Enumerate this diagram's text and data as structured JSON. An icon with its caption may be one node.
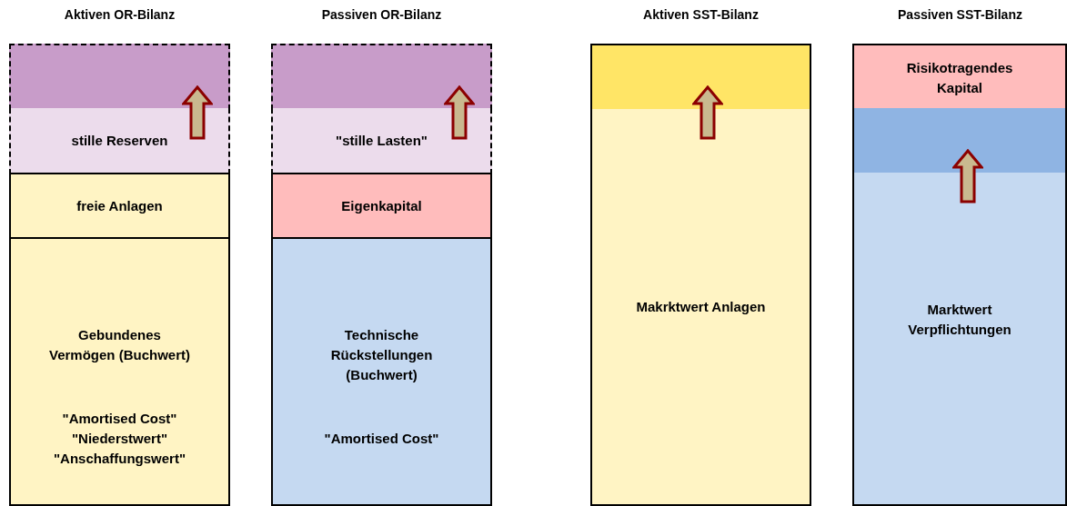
{
  "diagram": {
    "nodes": [
      {
        "text": [],
        "shape": "box"
      },
      {
        "text": [
          "stille Reserven"
        ]
      },
      {
        "text": [
          "freie Anlagen"
        ]
      },
      {
        "text": [
          "Gebundenes Vermögen (Buchwert)",
          "\"Amortised Cost\" \"Niederstwert\" \"Anschaffungswert\""
        ]
      },
      {
        "text": [],
        "shape": "box"
      },
      {
        "text": [
          "\"stille Lasten\""
        ]
      },
      {
        "text": [
          "Eigenkapital"
        ]
      },
      {
        "text": [
          "Technische Rückstellungen (Buchwert)",
          "\"Amortised Cost\""
        ]
      },
      {
        "text": [],
        "shape": "box"
      },
      {
        "text": [
          "Makrktwert Anlagen"
        ]
      },
      {
        "text": [
          "Risikotragendes Kapital"
        ]
      },
      {
        "text": [],
        "shape": "box"
      },
      {
        "text": [
          "Marktwert Verpflichtungen"
        ]
      }
    ],
    "edges": [
      {
        "from": 1,
        "to": 0,
        "arrow": "to"
      },
      {
        "from": 5,
        "to": 4,
        "arrow": "to"
      },
      {
        "from": 9,
        "to": 8,
        "arrow": "to"
      },
      {
        "from": 12,
        "to": 11,
        "arrow": "to"
      }
    ],
    "labels": [
      "Aktiven OR-Bilanz",
      "Passiven OR-Bilanz",
      "Aktiven SST-Bilanz",
      "Passiven SST-Bilanz"
    ]
  }
}
